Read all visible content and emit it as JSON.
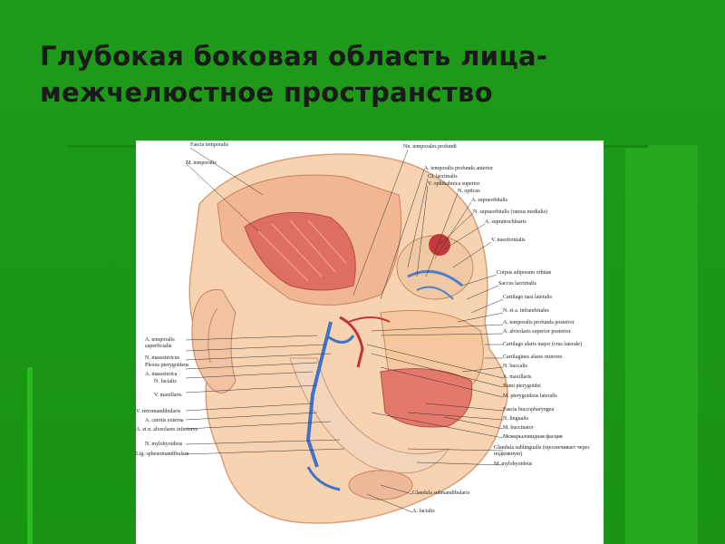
{
  "slide": {
    "title_line1": "Глубокая боковая область лица-",
    "title_line2": "межчелюстное пространство"
  },
  "figure": {
    "labels_left": [
      "Fascia temporalis",
      "M. temporalis",
      "A. temporalis superficialis",
      "N. massetericus",
      "Plexus pterygoideus",
      "A. masseterica",
      "N. facialis",
      "V. maxillaris",
      "V. retromandibularis",
      "A. carotis externa",
      "A. et n. alveolares inferiores",
      "N. mylohyoideus",
      "Lig. sphenomandibulare"
    ],
    "labels_right": [
      "Nn. temporales profundi",
      "A. temporalis profunda anterior",
      "Gl. lacrimalis",
      "V. ophthalmica superior",
      "N. opticus",
      "A. supraorbitalis",
      "N. supraorbitalis (ramus medialis)",
      "A. supratrochlearis",
      "V. nasofrontalis",
      "Corpus adiposum orbitae",
      "Saccus lacrimalis",
      "Cartilago nasi lateralis",
      "N. et a. infraorbitales",
      "A. temporalis profunda posterior",
      "A. alveolaris superior posterior",
      "Cartilago alaris major (crus laterale)",
      "Cartilagines alares minores",
      "N. buccalis",
      "A. maxillaris",
      "Rami pterygoidei",
      "M. pterygoideus lateralis",
      "Fascia buccopharyngea",
      "N. lingualis",
      "M. buccinator",
      "Межкрыловидная фасция",
      "Glandula sublingualis (просвечивает через подкожную)",
      "M. mylohyoideus"
    ],
    "labels_bottom": [
      "Glandula submandibularis",
      "A. facialis"
    ]
  }
}
